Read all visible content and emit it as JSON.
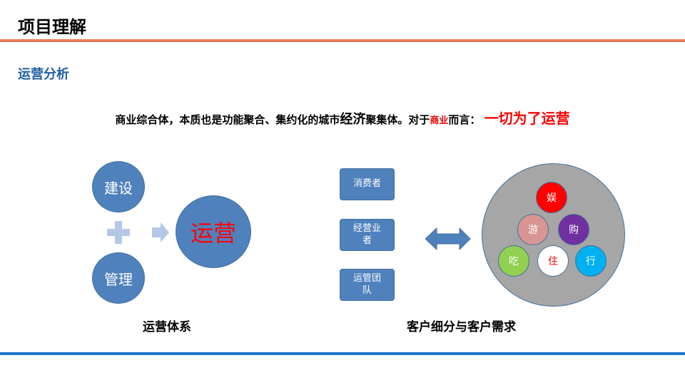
{
  "header": {
    "title": "项目理解",
    "subtitle": "运营分析"
  },
  "statement": {
    "part1": "商业综合体，本质也是功能聚合、集约化的城市",
    "emph": "经济",
    "part2": "聚集体。对于",
    "red_small": "商业",
    "part3": "而言：",
    "red_big": "一切为了运营"
  },
  "left": {
    "build": "建设",
    "manage": "管理",
    "operate": "运营",
    "caption": "运营体系"
  },
  "middle": {
    "boxes": [
      "消费者",
      "经营业者",
      "运管团队"
    ]
  },
  "right": {
    "circles": [
      "娱",
      "游",
      "购",
      "吃",
      "住",
      "行"
    ],
    "caption": "客户细分与客户需求"
  },
  "colors": {
    "accent_top": "#e8795a",
    "accent_bottom": "#1f77c8",
    "blue": "#4f81bd"
  }
}
